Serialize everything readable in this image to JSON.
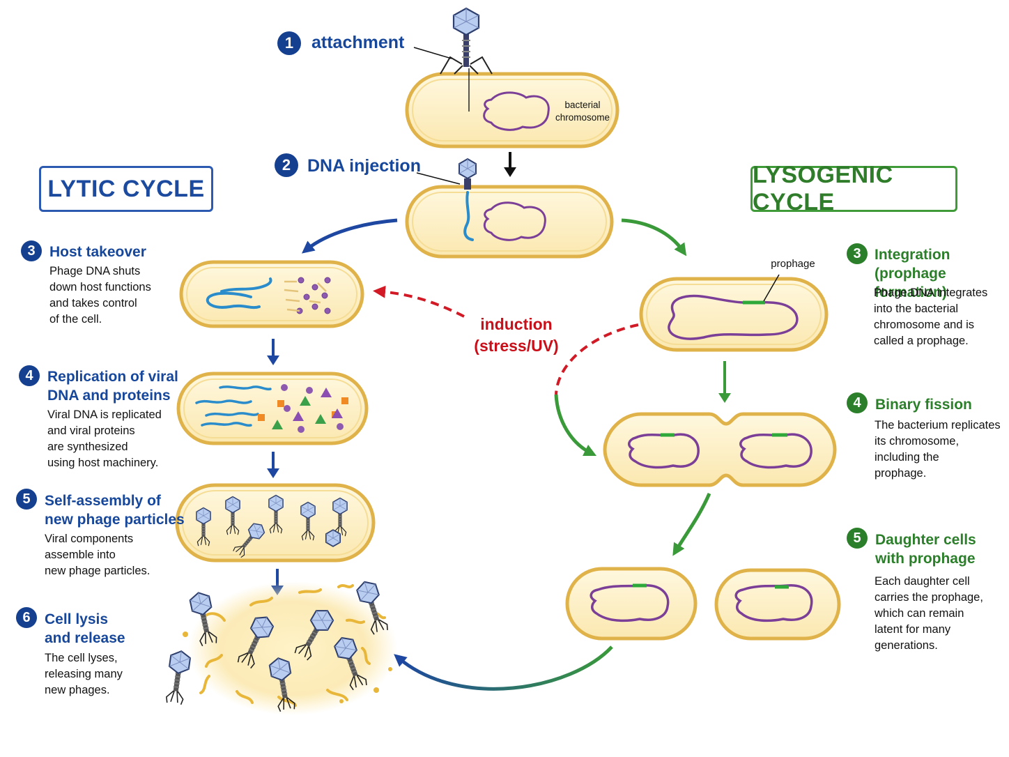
{
  "top_steps": {
    "attachment": {
      "number": "1",
      "label": "attachment"
    },
    "dna_injection": {
      "number": "2",
      "label": "DNA injection"
    },
    "chromosome_label": "bacterial\nchromosome"
  },
  "lytic": {
    "heading": "LYTIC CYCLE",
    "steps": [
      {
        "number": "3",
        "title": "Host takeover",
        "desc": "Phage DNA shuts\ndown host functions\nand takes control\nof the cell."
      },
      {
        "number": "4",
        "title": "Replication of viral\nDNA and proteins",
        "desc": "Viral DNA is replicated\nand viral proteins\nare synthesized\nusing host machinery."
      },
      {
        "number": "5",
        "title": "Self-assembly of\nnew phage particles",
        "desc": "Viral components\nassemble into\nnew phage particles."
      },
      {
        "number": "6",
        "title": "Cell lysis\nand release",
        "desc": "The cell lyses,\nreleasing many\nnew phages."
      }
    ]
  },
  "lysogenic": {
    "heading": "LYSOGENIC CYCLE",
    "prophage_label": "prophage",
    "steps": [
      {
        "number": "3",
        "title": "Integration\n(prophage formation)",
        "desc": "Phage DNA integrates\ninto the bacterial\nchromosome and is\ncalled a prophage."
      },
      {
        "number": "4",
        "title": "Binary fission",
        "desc": "The bacterium replicates\nits chromosome,\nincluding the\nprophage."
      },
      {
        "number": "5",
        "title": "Daughter cells\nwith prophage",
        "desc": "Each daughter cell\ncarries the prophage,\nwhich can remain\nlatent for many\ngenerations."
      }
    ]
  },
  "induction_label": "induction\n(stress/UV)",
  "colors": {
    "lytic_blue": "#17479a",
    "lysogenic_green": "#2c7f2a",
    "induction_red": "#c8101b",
    "cell_fill": "#fdf0c6",
    "cell_outline": "#e0b24a",
    "chromosome_purple": "#7b3f98",
    "phage_dna_blue": "#2a8ccb",
    "phage_head": "#b9cdf0"
  }
}
